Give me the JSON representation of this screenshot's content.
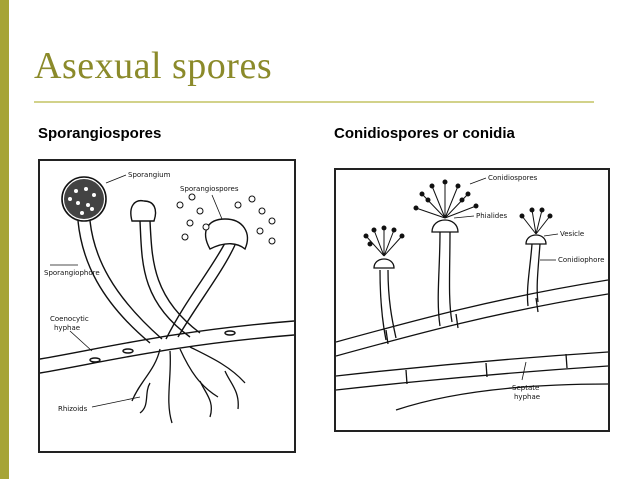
{
  "slide": {
    "title": "Asexual spores",
    "accent": "#a6a435",
    "title_color": "#8b8a2a"
  },
  "left_figure": {
    "heading": "Sporangiospores",
    "labels": {
      "sporangium": "Sporangium",
      "sporangiospores": "Sporangiospores",
      "sporangiophore": "Sporangiophore",
      "coenocytic": "Coenocytic",
      "hyphae": "hyphae",
      "rhizoids": "Rhizoids"
    }
  },
  "right_figure": {
    "heading": "Conidiospores or conidia",
    "labels": {
      "conidiospores": "Conidiospores",
      "phialides": "Phialides",
      "vesicle": "Vesicle",
      "conidiophore": "Conidiophore",
      "septate": "Septate",
      "hyphae": "hyphae"
    }
  }
}
